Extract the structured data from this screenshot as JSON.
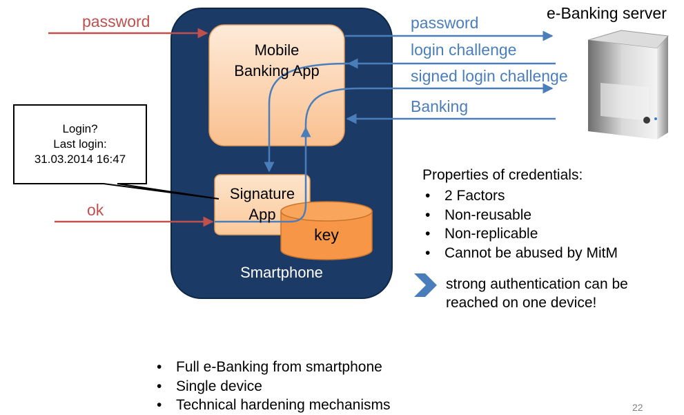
{
  "title_server": "e-Banking server",
  "labels": {
    "password_in": "password",
    "ok_in": "ok",
    "mobile_app": [
      "Mobile",
      "Banking App"
    ],
    "signature_app": [
      "Signature",
      "App"
    ],
    "key": "key",
    "smartphone": "Smartphone"
  },
  "flows": [
    {
      "label": "password",
      "direction": "to-server"
    },
    {
      "label": "login challenge",
      "direction": "to-app"
    },
    {
      "label": "signed login challenge",
      "direction": "to-server"
    },
    {
      "label": "Banking",
      "direction": "to-app"
    }
  ],
  "callout": {
    "lines": [
      "Login?",
      "Last login:",
      "31.03.2014 16:47"
    ]
  },
  "properties": {
    "heading": "Properties of credentials:",
    "items": [
      "2 Factors",
      "Non-reusable",
      "Non-replicable",
      "Cannot be abused by MitM"
    ]
  },
  "conclusion": {
    "icon": "chevron-right-icon",
    "lines": [
      "strong authentication can be",
      "reached on one device!"
    ]
  },
  "bottom_bullets": [
    "Full e-Banking from smartphone",
    "Single device",
    "Technical hardening mechanisms"
  ],
  "page_number": "22",
  "colors": {
    "phone": "#1b3a66",
    "app_box": "#fcd5b4",
    "key": "#f79646",
    "red_arrow": "#c0504d",
    "blue_arrow": "#4a7ebb"
  }
}
